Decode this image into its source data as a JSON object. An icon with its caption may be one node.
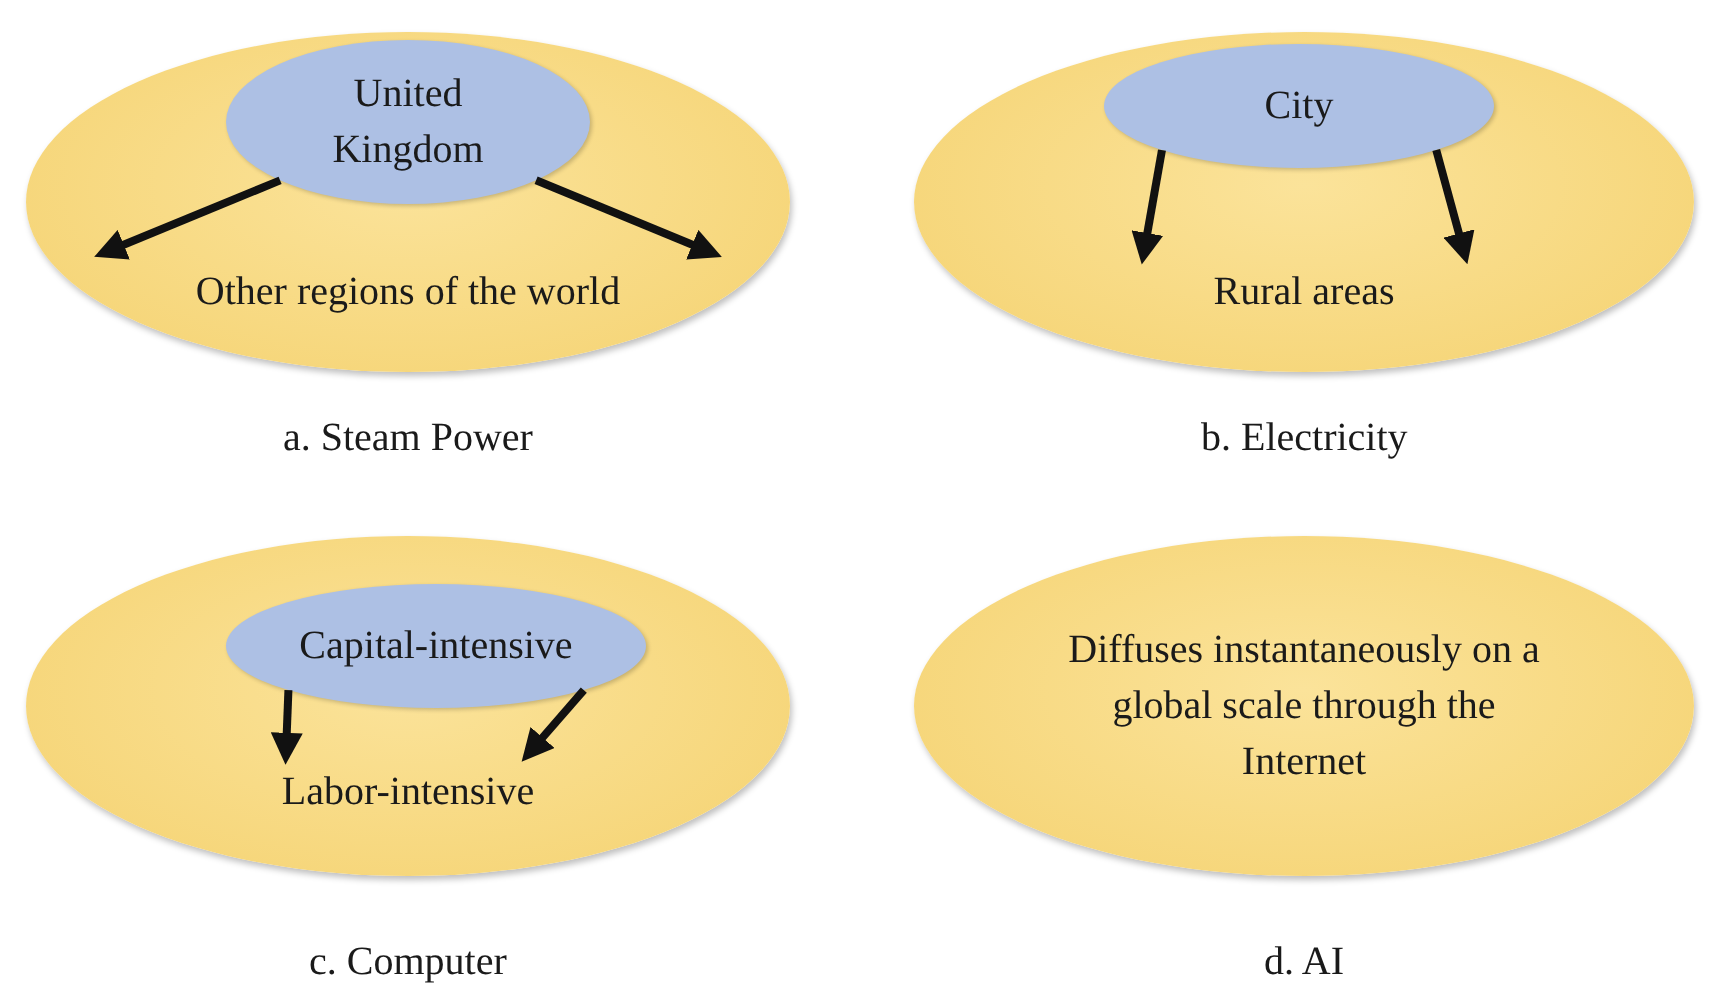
{
  "diagram": {
    "nodes": [
      {
        "text": [],
        "shape": "ellipse",
        "beside": [
          "a. Steam Power"
        ]
      },
      {
        "text": [
          "United Kingdom"
        ],
        "in": 0
      },
      {
        "text": [
          "Other regions of the world"
        ],
        "in": 0
      },
      {
        "text": [],
        "shape": "ellipse",
        "beside": [
          "b. Electricity"
        ]
      },
      {
        "text": [
          "City"
        ],
        "in": 3
      },
      {
        "text": [
          "Rural areas"
        ],
        "in": 3
      },
      {
        "text": [],
        "shape": "ellipse",
        "beside": [
          "c. Computer"
        ]
      },
      {
        "text": [
          "Capital-intensive"
        ],
        "in": 6
      },
      {
        "text": [
          "Labor-intensive"
        ],
        "in": 6
      },
      {
        "text": [
          "Diffuses instantaneously on a global scale through the Internet"
        ],
        "beside": [
          "d. AI"
        ]
      }
    ],
    "edges": [
      {
        "from": 1,
        "to": 2,
        "arrow": "to"
      },
      {
        "from": 1,
        "to": 2,
        "arrow": "to"
      },
      {
        "from": 4,
        "to": 5,
        "arrow": "to"
      },
      {
        "from": 4,
        "to": 5,
        "arrow": "to"
      },
      {
        "from": 7,
        "to": 8,
        "arrow": "to"
      },
      {
        "from": 7,
        "to": 8,
        "arrow": "to"
      }
    ]
  }
}
